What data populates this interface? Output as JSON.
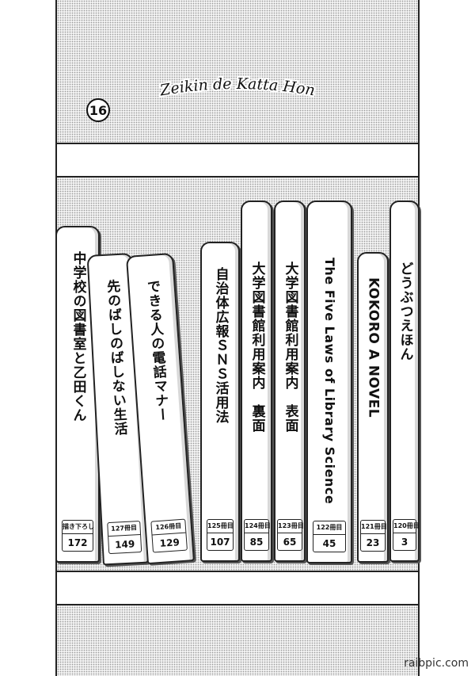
{
  "series_title": "Zeikin de Katta Hon",
  "volume_badge": "16",
  "books": [
    {
      "title": "中学校の図書室と乙田くん",
      "label": "描き下ろし",
      "number": "172"
    },
    {
      "title": "先のばしのばしない生活",
      "label": "127冊目",
      "number": "149"
    },
    {
      "title": "できる人の電話マナー",
      "label": "126冊目",
      "number": "129"
    },
    {
      "title": "自治体広報ＳＮＳ活用法",
      "label": "125冊目",
      "number": "107"
    },
    {
      "title": "大学図書館利用案内　裏面",
      "label": "124冊目",
      "number": "85"
    },
    {
      "title": "大学図書館利用案内　表面",
      "label": "123冊目",
      "number": "65"
    },
    {
      "title": "The Five Laws of Library Science",
      "label": "122冊目",
      "number": "45"
    },
    {
      "title": "KOKORO A NOVEL",
      "label": "121冊目",
      "number": "23"
    },
    {
      "title": "どうぶつえほん",
      "label": "120冊目",
      "number": "3"
    }
  ],
  "watermark": "raibpic.com"
}
